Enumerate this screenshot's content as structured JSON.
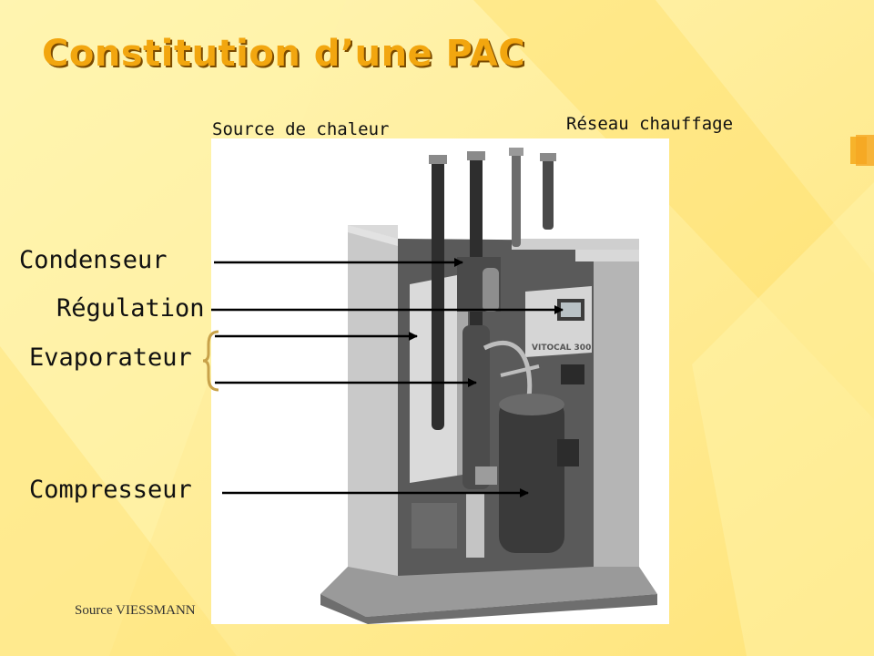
{
  "slide": {
    "title": "Constitution d’une PAC",
    "source": "Source VIESSMANN"
  },
  "top_labels": {
    "heat_source": "Source de chaleur",
    "heating_network": "Réseau chauffage"
  },
  "components": {
    "condenser": "Condenseur",
    "regulation": "Régulation",
    "evaporator": "Evaporateur",
    "compressor": "Compresseur"
  },
  "unit_brand": "VITOCAL 300",
  "colors": {
    "background": "#FFEE8C",
    "title": "#F2A60F",
    "brace": "#C8A24A"
  }
}
